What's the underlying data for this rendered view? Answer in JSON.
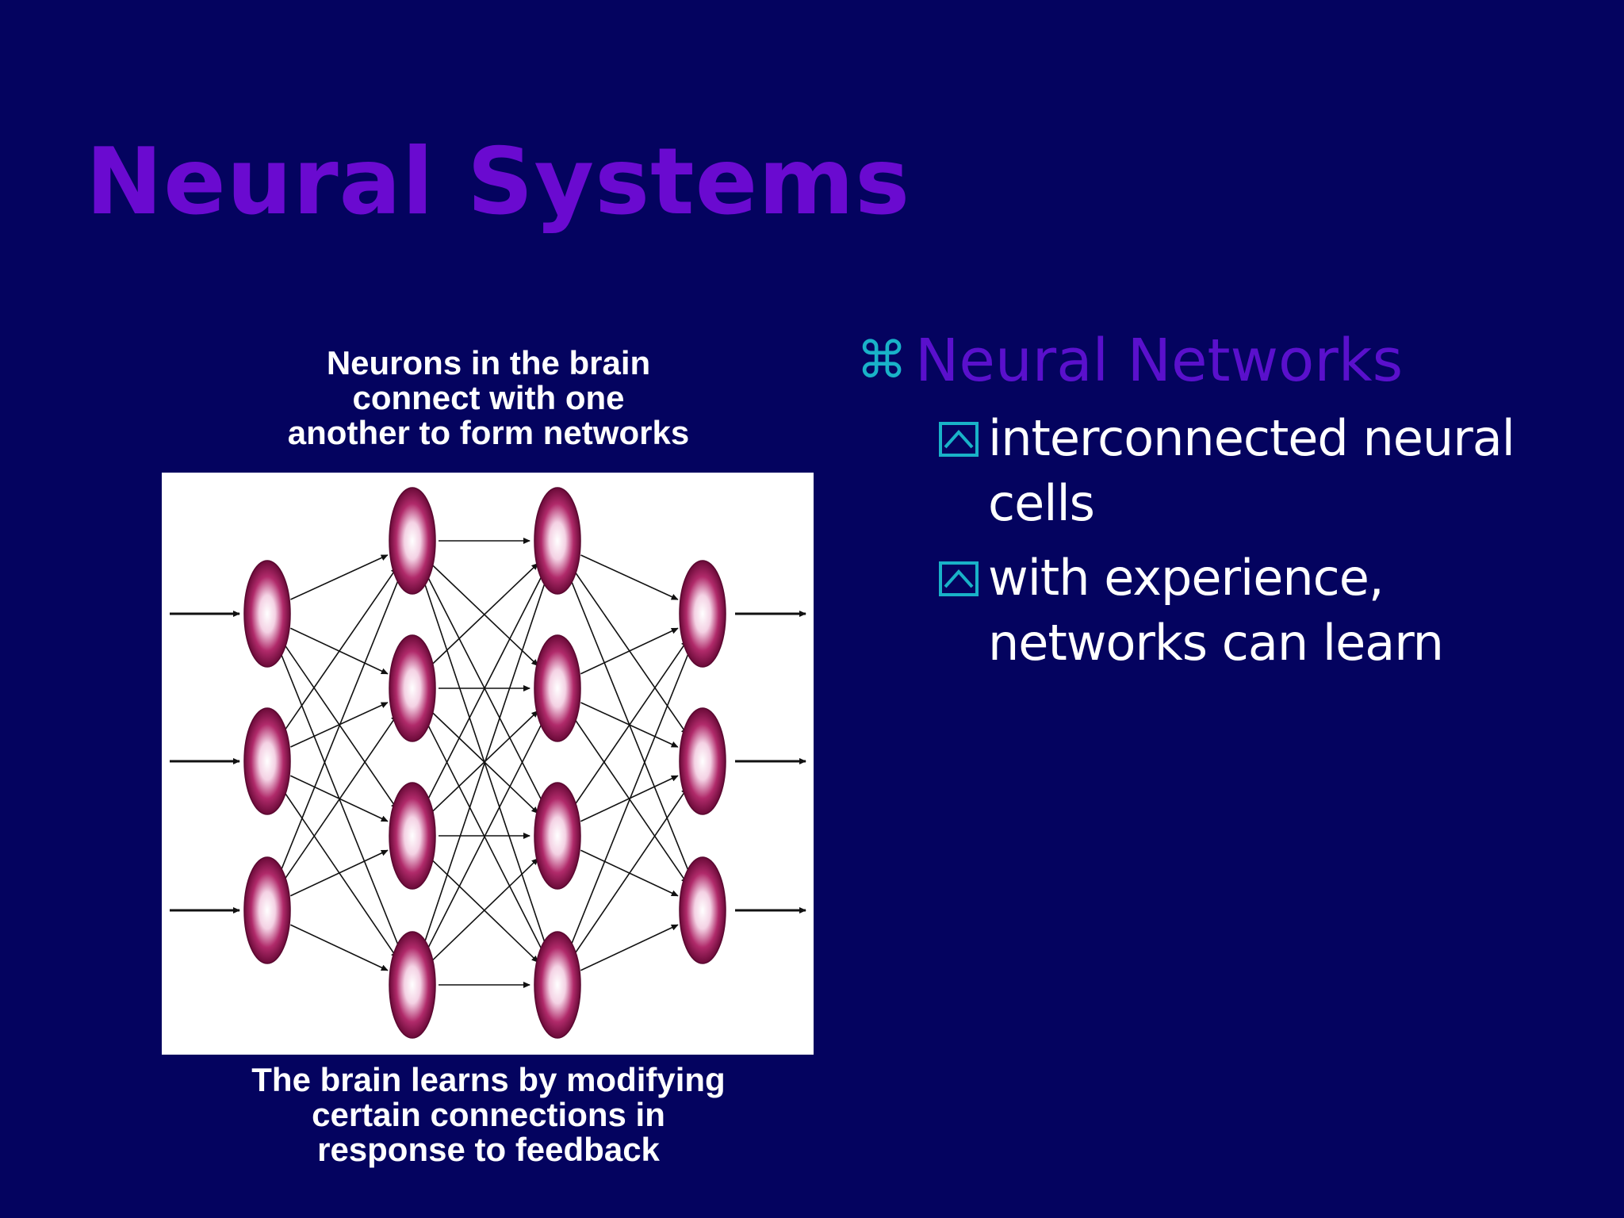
{
  "slide": {
    "title": "Neural Systems",
    "caption_top": [
      "Neurons in the brain",
      "connect with one",
      "another to form networks"
    ],
    "caption_bottom": [
      "The brain learns by modifying",
      "certain connections in",
      "response to feedback"
    ]
  },
  "bullets": {
    "main_icon": "command-icon",
    "main_glyph": "⌘",
    "main_text": "Neural Networks",
    "sub_icon": "checkbox-icon",
    "sub_items": [
      [
        "interconnected neural",
        "cells"
      ],
      [
        "with experience,",
        "networks can learn"
      ]
    ]
  },
  "network": {
    "layers": [
      3,
      4,
      4,
      3
    ],
    "node_color": "#8a1048",
    "highlight_color": "#ffffff"
  },
  "colors": {
    "background": "#04035f",
    "title": "#6a0ad0",
    "bullet_main": "#5a10cc",
    "bullet_glyph": "#19b2c8"
  }
}
